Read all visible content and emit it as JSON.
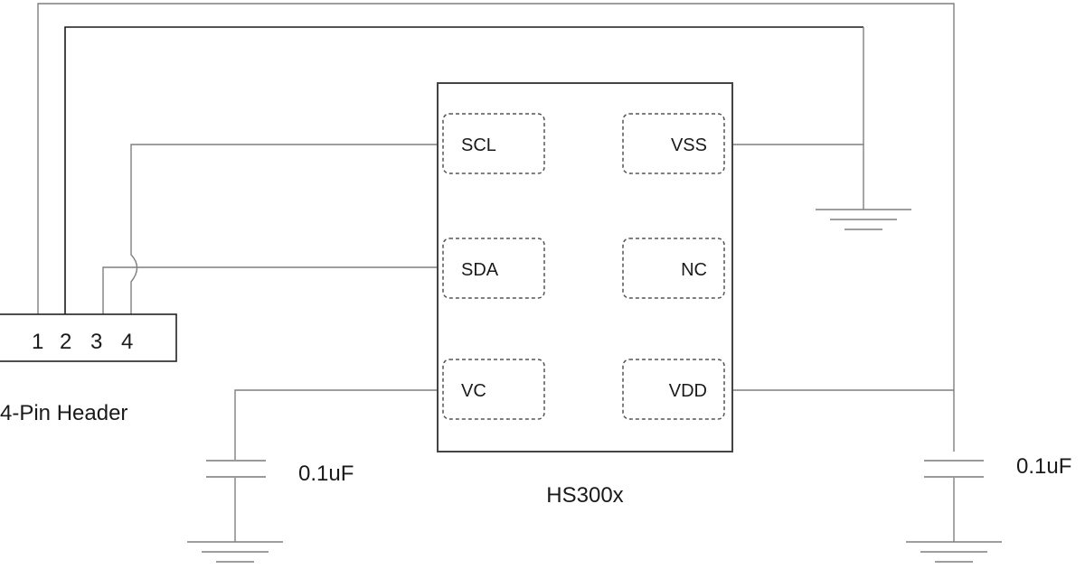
{
  "chip": {
    "name": "HS300x",
    "pins": {
      "scl": "SCL",
      "sda": "SDA",
      "vc": "VC",
      "vss": "VSS",
      "nc": "NC",
      "vdd": "VDD"
    }
  },
  "header": {
    "label": "4-Pin Header",
    "pins": [
      "1",
      "2",
      "3",
      "4"
    ]
  },
  "capacitors": {
    "left": "0.1uF",
    "right": "0.1uF"
  }
}
